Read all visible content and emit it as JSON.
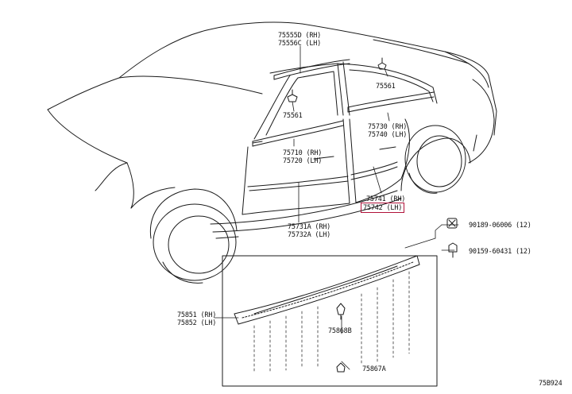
{
  "diagram_id": "75B924",
  "callouts": {
    "roof_molding_rh": "75555D (RH)",
    "roof_molding_lh": "75556C (LH)",
    "clip_upper": "75561",
    "clip_front": "75561",
    "rear_belt_rh": "75730 (RH)",
    "rear_belt_lh": "75740 (LH)",
    "front_belt_rh": "75710 (RH)",
    "front_belt_lh": "75720 (LH)",
    "rear_door_molding_rh": "75741 (RH)",
    "rear_door_molding_lh": "75742 (LH)",
    "front_door_molding_rh": "75731A (RH)",
    "front_door_molding_lh": "75732A (LH)",
    "nut": "90189-06006 (12)",
    "screw": "90159-60431 (12)",
    "rocker_rh": "75851 (RH)",
    "rocker_lh": "75852 (LH)",
    "clip_rocker_a": "75868B",
    "clip_rocker_b": "75867A"
  }
}
